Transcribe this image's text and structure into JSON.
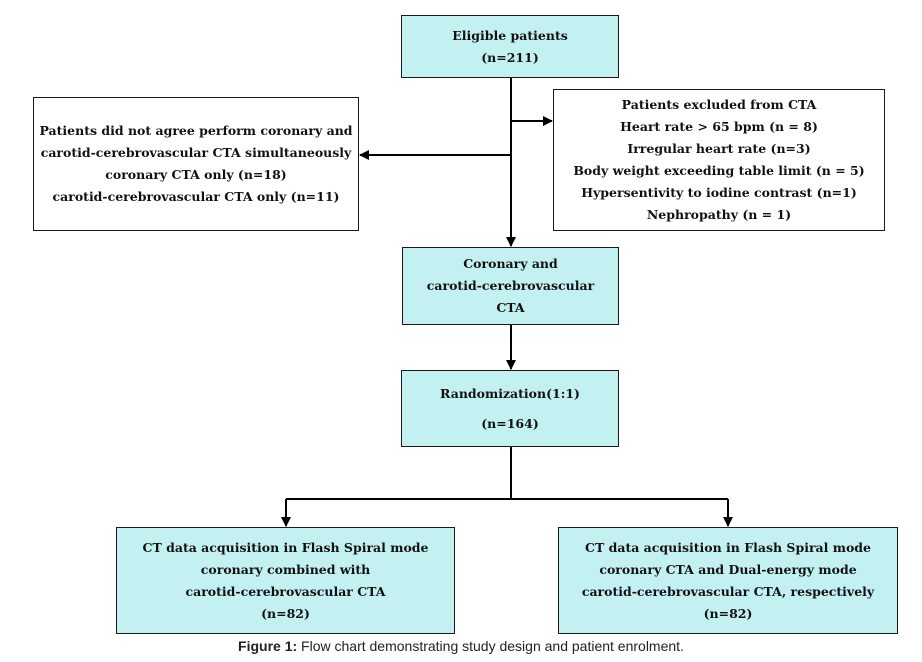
{
  "boxes": {
    "eligible": {
      "lines": [
        "Eligible patients",
        "(n=211)"
      ]
    },
    "declined": {
      "lines": [
        "Patients did not agree perform coronary and",
        "carotid-cerebrovascular CTA simultaneously",
        "coronary CTA only (n=18)",
        "carotid-cerebrovascular CTA only (n=11)"
      ]
    },
    "excluded": {
      "lines": [
        "Patients excluded from CTA",
        "Heart rate > 65 bpm (n = 8)",
        "Irregular heart rate (n=3)",
        "Body weight exceeding table limit (n = 5)",
        "Hypersentivity to iodine contrast (n=1)",
        "Nephropathy (n = 1)"
      ]
    },
    "coronary": {
      "lines": [
        "Coronary and",
        "carotid-cerebrovascular",
        "CTA"
      ]
    },
    "randomization": {
      "lines": [
        "Randomization(1:1)",
        "(n=164)"
      ]
    },
    "flash_combined": {
      "lines": [
        "CT data acquisition in Flash Spiral mode",
        "coronary combined with",
        "carotid-cerebrovascular CTA",
        "(n=82)"
      ]
    },
    "flash_dual": {
      "lines": [
        "CT data acquisition in Flash Spiral mode",
        "coronary CTA and Dual-energy mode",
        "carotid-cerebrovascular CTA, respectively",
        "(n=82)"
      ]
    }
  },
  "caption": {
    "label": "Figure 1:",
    "text": " Flow chart demonstrating study design and patient enrolment."
  },
  "colors": {
    "box_fill": "#c3f1f2",
    "border": "#1a1a1a",
    "arrow": "#000000"
  }
}
